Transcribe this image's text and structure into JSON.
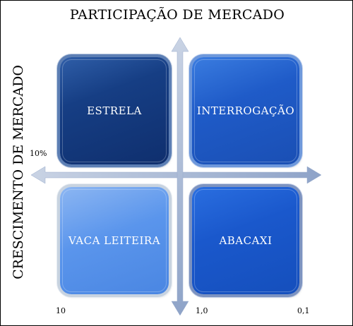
{
  "title": "PARTICIPAÇÃO DE MERCADO",
  "vertical_label": "CRESCIMENTO DE MERCADO",
  "quadrants": {
    "top_left": "ESTRELA",
    "top_right": "INTERROGAÇÃO",
    "bottom_left": "VACA LEITEIRA",
    "bottom_right": "ABACAXI"
  },
  "labels": {
    "growth_threshold": "10%",
    "share_high": "10",
    "share_mid": "1,0",
    "share_low": "0,1"
  },
  "colors": {
    "star": "#163e84",
    "question": "#1f5bc8",
    "cow": "#5a95ec",
    "pineapple": "#1a58cc",
    "axis": "#a9b8d4"
  }
}
